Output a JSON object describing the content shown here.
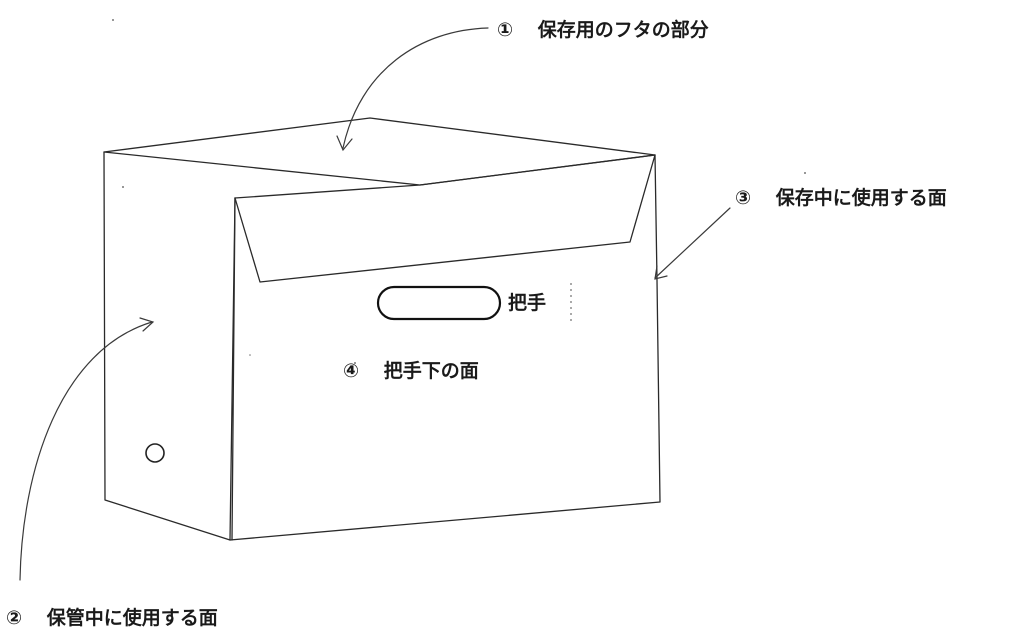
{
  "labels": {
    "lid": {
      "number": "①",
      "text": "保存用のフタの部分"
    },
    "storage_side": {
      "number": "②",
      "text": "保管中に使用する面"
    },
    "storage_back": {
      "number": "③",
      "text": "保存中に使用する面"
    },
    "under_handle": {
      "number": "④",
      "text": "把手下の面"
    },
    "handle": "把手",
    "circle_symbol": "○"
  }
}
